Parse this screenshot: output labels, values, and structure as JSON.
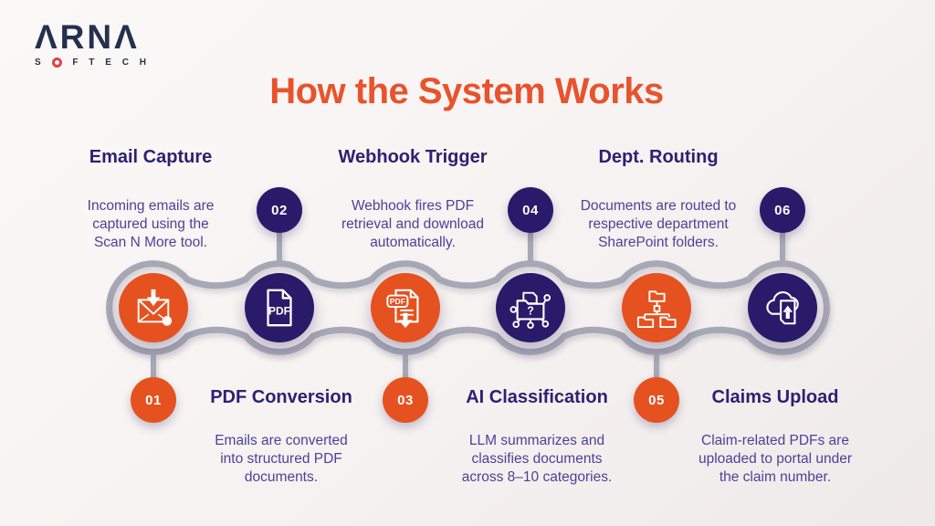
{
  "logo": {
    "brand": "ARNA",
    "brand_display": "ΛRNΛ",
    "subtitle_prefix": "S",
    "subtitle_suffix": [
      "F",
      "T",
      "E",
      "C",
      "H"
    ]
  },
  "title": {
    "text": "How the System Works"
  },
  "steps": [
    {
      "num": "01",
      "name": "Email Capture",
      "label_position": "top",
      "color": "#E5521F",
      "icon": "email-capture-icon",
      "lines": [
        "Incoming emails are",
        "captured using the",
        "Scan N More tool."
      ]
    },
    {
      "num": "02",
      "name": "PDF Conversion",
      "label_position": "bottom",
      "color": "#2A1A6A",
      "icon": "pdf-document-icon",
      "icon_text": "PDF",
      "lines": [
        "Emails are converted",
        "into structured PDF",
        "documents."
      ]
    },
    {
      "num": "03",
      "name": "Webhook Trigger",
      "label_position": "top",
      "color": "#E5521F",
      "icon": "pdf-download-icon",
      "icon_text": "PDF",
      "lines": [
        "Webhook fires PDF",
        "retrieval and download",
        "automatically."
      ]
    },
    {
      "num": "04",
      "name": "AI Classification",
      "label_position": "bottom",
      "color": "#2A1A6A",
      "icon": "ai-classification-icon",
      "icon_text": "?",
      "lines": [
        "LLM summarizes and",
        "classifies documents",
        "across 8–10 categories."
      ]
    },
    {
      "num": "05",
      "name": "Dept. Routing",
      "label_position": "top",
      "color": "#E5521F",
      "icon": "department-routing-icon",
      "lines": [
        "Documents are routed to",
        "respective department",
        "SharePoint folders."
      ]
    },
    {
      "num": "06",
      "name": "Claims Upload",
      "label_position": "bottom",
      "color": "#2A1A6A",
      "icon": "cloud-upload-icon",
      "lines": [
        "Claim-related PDFs are",
        "uploaded to portal under",
        "the claim number."
      ]
    }
  ],
  "colors": {
    "orange": "#E5521F",
    "navy": "#2A1A6A",
    "heading_text": "#2B2272",
    "body_text": "#4C4198",
    "chain_gray": "#A6A8B5",
    "title_orange": "#E8532C",
    "logo_navy": "#24304E",
    "logo_dot_red": "#E34040",
    "background": "#F6F2F1"
  }
}
